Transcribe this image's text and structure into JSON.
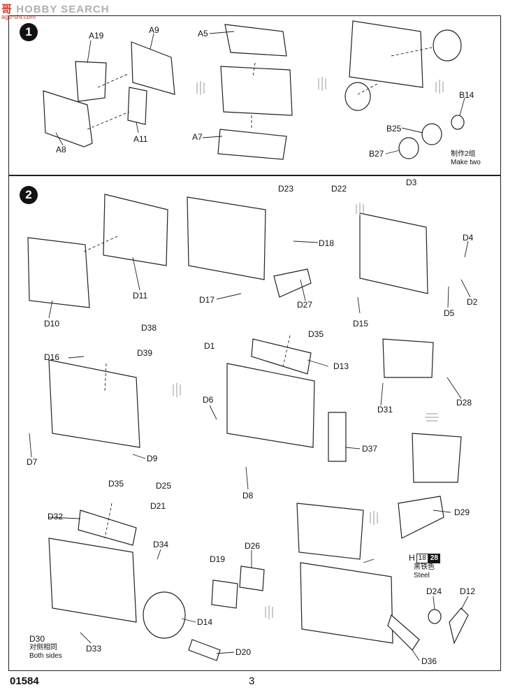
{
  "watermark": {
    "brand_cn": "哥",
    "brand_rest": "HOBBY SEARCH",
    "site": "ago-shi.com"
  },
  "steps": [
    {
      "number": "1",
      "labels": [
        "A19",
        "A9",
        "A5",
        "A8",
        "A11",
        "A7",
        "B14",
        "B25",
        "B27"
      ],
      "note_cn": "制作2组",
      "note_en": "Make two"
    },
    {
      "number": "2",
      "labels": [
        "D23",
        "D22",
        "D3",
        "D18",
        "D4",
        "D10",
        "D11",
        "D17",
        "D27",
        "D15",
        "D5",
        "D2",
        "D38",
        "D35",
        "D39",
        "D1",
        "D16",
        "D13",
        "D6",
        "D31",
        "D28",
        "D7",
        "D9",
        "D37",
        "D8",
        "D35",
        "D25",
        "D32",
        "D21",
        "D29",
        "D34",
        "D26",
        "D19",
        "D24",
        "D12",
        "D30",
        "D14",
        "D33",
        "D20",
        "D36"
      ]
    }
  ],
  "d30_note": {
    "cn": "对侧相同",
    "en": "Both sides"
  },
  "paint": {
    "ref": "H",
    "code1": "18",
    "code2": "28",
    "name_cn": "黑铁色",
    "name_en": "Steel"
  },
  "footer": {
    "kit_number": "01584",
    "page_number": "3"
  }
}
